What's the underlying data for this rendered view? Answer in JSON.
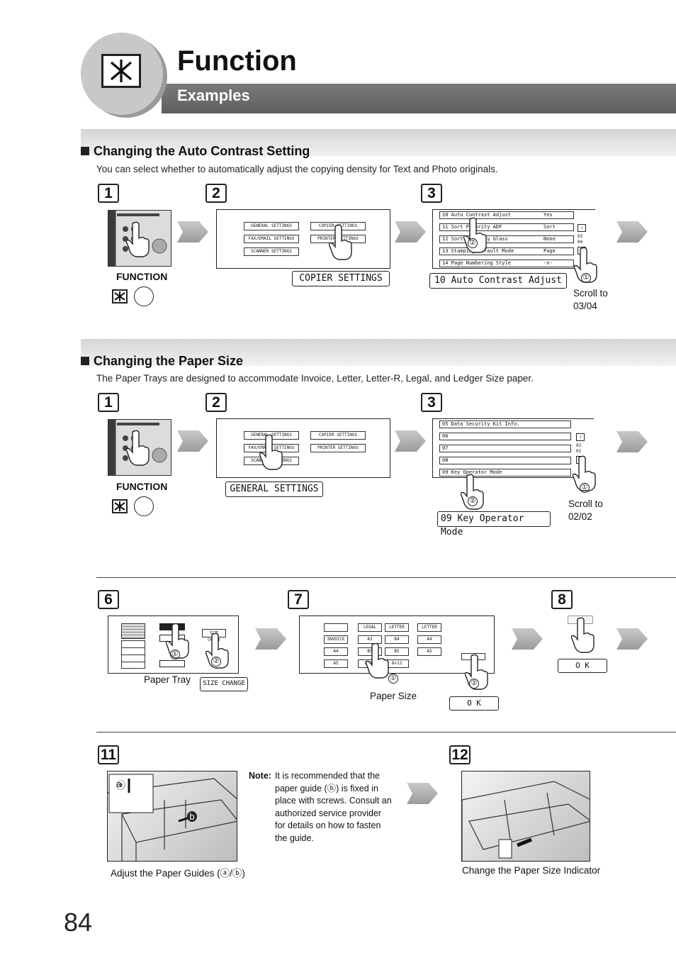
{
  "header": {
    "title": "Function",
    "subtitle": "Examples"
  },
  "section1": {
    "title": "Changing the Auto Contrast Setting",
    "description": "You can select whether to automatically adjust the copying density for Text and Photo originals.",
    "steps": [
      "1",
      "2",
      "3"
    ],
    "function_label": "FUNCTION",
    "screen_buttons": [
      "GENERAL SETTINGS",
      "FAX/EMAIL SETTINGS",
      "SCANNER SETTINGS",
      "COPIER SETTINGS",
      "PRINTER SETTINGS"
    ],
    "selected_button": "COPIER SETTINGS",
    "list_rows": [
      {
        "num": "10",
        "name": "Auto Contrast Adjust",
        "value": "Yes"
      },
      {
        "num": "11",
        "name": "Sort Priority ADF",
        "value": "Sort"
      },
      {
        "num": "12",
        "name": "Sort Priority Glass",
        "value": "None"
      },
      {
        "num": "13",
        "name": "Stamping Default Mode",
        "value": "Page"
      },
      {
        "num": "14",
        "name": "Page Numbering Style",
        "value": "-n-"
      }
    ],
    "page_indicator": "03 04",
    "selected_item": "10  Auto Contrast Adjust",
    "scroll_note": [
      "Scroll to",
      "03/04"
    ],
    "markers": [
      "①",
      "②"
    ]
  },
  "section2": {
    "title": "Changing the Paper Size",
    "description": "The Paper Trays are designed to accommodate Invoice, Letter, Letter-R, Legal, and Ledger Size paper.",
    "steps": [
      "1",
      "2",
      "3"
    ],
    "function_label": "FUNCTION",
    "screen_buttons": [
      "GENERAL SETTINGS",
      "FAX/EMAIL SETTINGS",
      "SCANNER SETTINGS",
      "COPIER SETTINGS",
      "PRINTER SETTINGS"
    ],
    "selected_button": "GENERAL SETTINGS",
    "list_rows": [
      "05  Data Security Kit Info.",
      "06",
      "07",
      "08",
      "09  Key Operator Mode"
    ],
    "page_indicator": "02 02",
    "selected_item": "09  Key Operator Mode",
    "scroll_note": [
      "Scroll to",
      "02/02"
    ],
    "markers": [
      "①",
      "②"
    ]
  },
  "section3": {
    "steps": [
      "6",
      "7",
      "8"
    ],
    "paper_tray_label": "Paper Tray",
    "size_change_button": "SIZE CHANGE",
    "paper_size_label": "Paper Size",
    "size_buttons": [
      [
        "",
        "LEGAL",
        "LETTER",
        "LETTER"
      ],
      [
        "INVOICE",
        "A3",
        "B4",
        "A4"
      ],
      [
        "A4",
        "B5",
        "B5",
        "A5"
      ],
      [
        "A5",
        "8×13",
        "8×13"
      ]
    ],
    "ok_button": "O K",
    "markers": [
      "①",
      "②"
    ]
  },
  "section4": {
    "steps": [
      "11",
      "12"
    ],
    "caption_left": "Adjust the Paper Guides (ⓐ/ⓑ)",
    "guide_marks": [
      "a",
      "b"
    ],
    "note_label": "Note:",
    "note_lines": [
      "It is recommended that the",
      "paper guide (ⓑ) is fixed in",
      "place with screws. Consult an",
      "authorized service provider",
      "for details on how to fasten",
      "the guide."
    ],
    "caption_right": "Change the Paper Size Indicator"
  },
  "page_number": "84"
}
